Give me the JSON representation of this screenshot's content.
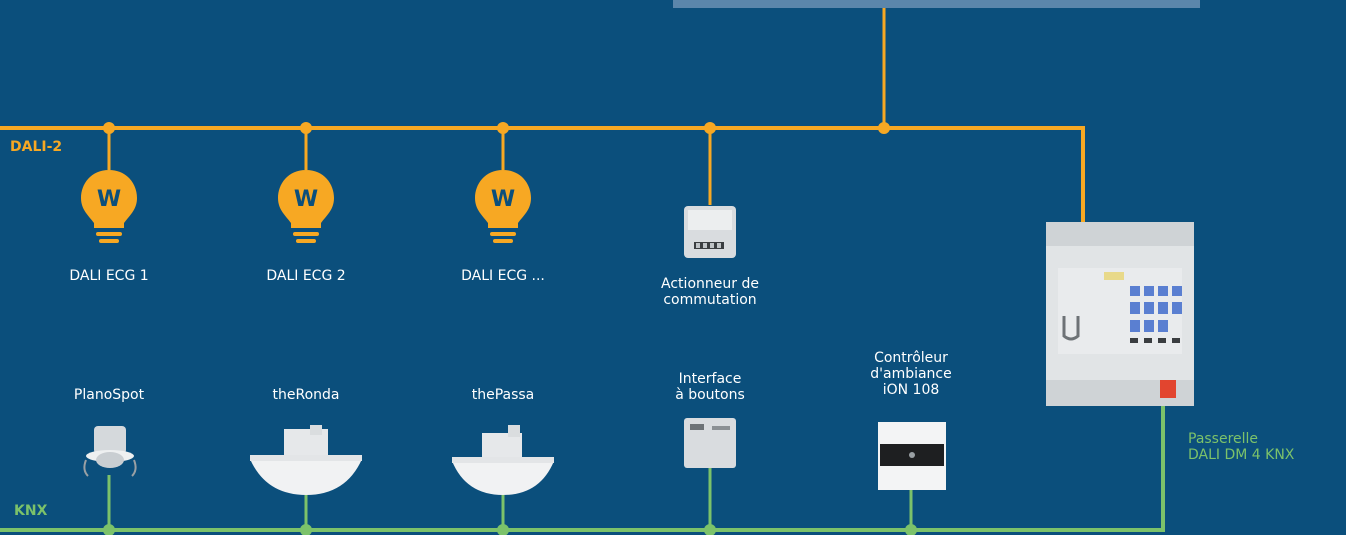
{
  "colors": {
    "background": "#0b4f7c",
    "dali": "#f7a823",
    "knx": "#7cc26a",
    "text": "#ffffff",
    "top_box": "#5b86ab"
  },
  "buses": {
    "dali": "DALI-2",
    "knx": "KNX"
  },
  "dali_devices": [
    {
      "label": "DALI ECG 1",
      "icon": "bulb-icon",
      "glyph": "W"
    },
    {
      "label": "DALI ECG 2",
      "icon": "bulb-icon",
      "glyph": "W"
    },
    {
      "label": "DALI ECG ...",
      "icon": "bulb-icon",
      "glyph": "W"
    },
    {
      "label": "Actionneur de\ncommutation",
      "icon": "switch-actuator-icon"
    }
  ],
  "knx_devices": [
    {
      "label": "PlanoSpot",
      "icon": "ceiling-detector-icon"
    },
    {
      "label": "theRonda",
      "icon": "presence-detector-icon"
    },
    {
      "label": "thePassa",
      "icon": "presence-detector-icon"
    },
    {
      "label": "Interface\nà boutons",
      "icon": "push-button-interface-icon"
    },
    {
      "label": "Contrôleur\nd'ambiance\niON 108",
      "icon": "room-controller-icon"
    }
  ],
  "gateway": {
    "label": "Passerelle\nDALI DM 4 KNX",
    "icon": "gateway-module-icon"
  }
}
